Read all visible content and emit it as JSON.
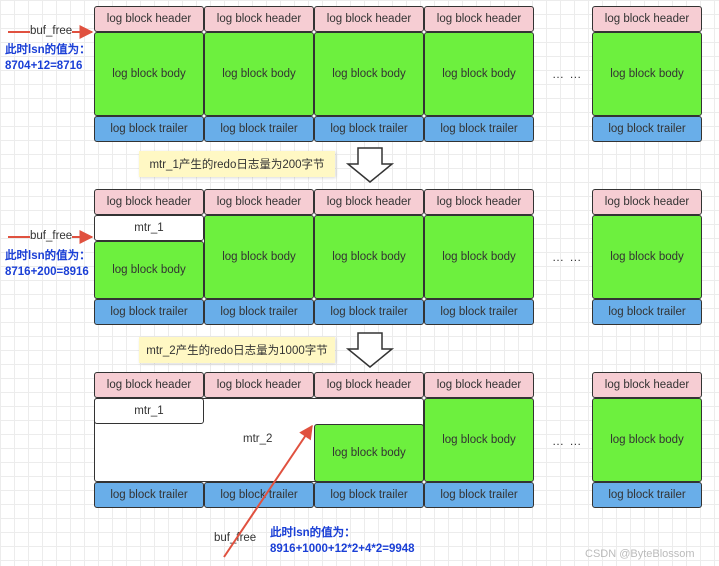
{
  "labels": {
    "header": "log block header",
    "body": "log block body",
    "trailer": "log block trailer",
    "buf_free": "buf_free",
    "dots": "… …",
    "mtr_1": "mtr_1",
    "mtr_2": "mtr_2"
  },
  "row1": {
    "lsn_title": "此时lsn的值为：",
    "lsn_value": "8704+12=8716"
  },
  "note1": "mtr_1产生的redo日志量为200字节",
  "row2": {
    "lsn_title": "此时lsn的值为：",
    "lsn_value": "8716+200=8916"
  },
  "note2": "mtr_2产生的redo日志量为1000字节",
  "row3": {
    "lsn_title": "此时lsn的值为：",
    "lsn_value": "8916+1000+12*2+4*2=9948"
  },
  "watermark": "CSDN @ByteBlossom",
  "colors": {
    "header": "#f6cdd3",
    "body": "#6df03e",
    "trailer": "#69aee9",
    "arrow": "#e0513f",
    "lsn_text": "#1a3fd6",
    "note": "#fff8c4"
  }
}
